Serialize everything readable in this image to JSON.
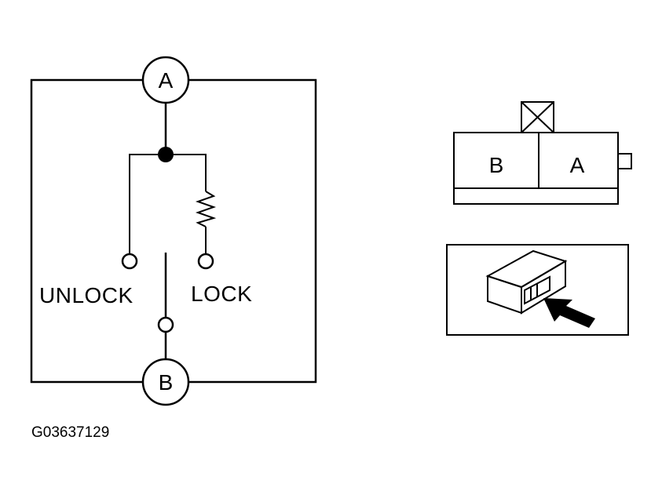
{
  "schematic": {
    "terminal_a": "A",
    "terminal_b": "B",
    "unlock_label": "UNLOCK",
    "lock_label": "LOCK"
  },
  "connector": {
    "cavity_b": "B",
    "cavity_a": "A"
  },
  "figure_code": "G03637129",
  "colors": {
    "line": "#000000",
    "background": "#ffffff"
  },
  "icons": [
    "resistor-icon",
    "junction-dot",
    "switch-contact-icon",
    "connector-latch-icon",
    "arrow-icon"
  ]
}
